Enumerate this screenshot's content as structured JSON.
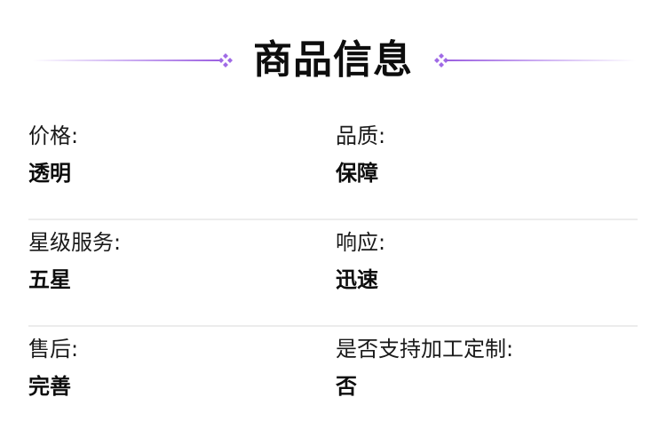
{
  "section": {
    "title": "商品信息",
    "accent_color": "#9b5fe0",
    "divider_color": "#ececec"
  },
  "rows": [
    {
      "left": {
        "label": "价格:",
        "value": "透明"
      },
      "right": {
        "label": "品质:",
        "value": "保障"
      }
    },
    {
      "left": {
        "label": "星级服务:",
        "value": "五星"
      },
      "right": {
        "label": "响应:",
        "value": "迅速"
      }
    },
    {
      "left": {
        "label": "售后:",
        "value": "完善"
      },
      "right": {
        "label": "是否支持加工定制:",
        "value": "否"
      }
    }
  ]
}
